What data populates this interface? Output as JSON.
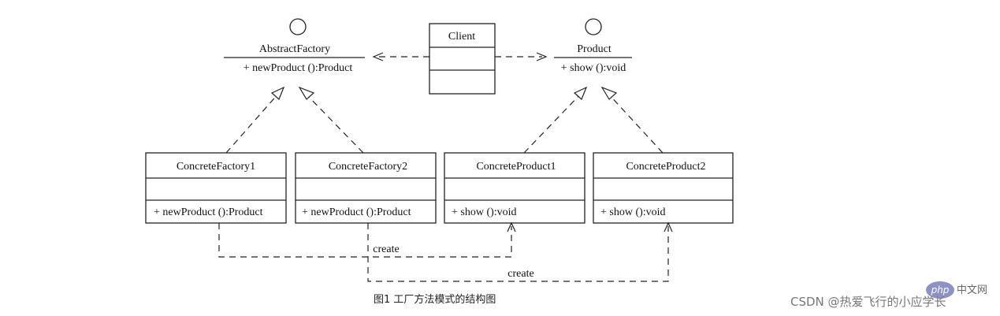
{
  "interfaces": {
    "abstract_factory": {
      "name": "AbstractFactory",
      "method": "+ newProduct ():Product"
    },
    "product": {
      "name": "Product",
      "method": "+ show ():void"
    }
  },
  "client": {
    "name": "Client"
  },
  "classes": [
    {
      "name": "ConcreteFactory1",
      "method": "+ newProduct ():Product"
    },
    {
      "name": "ConcreteFactory2",
      "method": "+ newProduct ():Product"
    },
    {
      "name": "ConcreteProduct1",
      "method": "+ show ():void"
    },
    {
      "name": "ConcreteProduct2",
      "method": "+ show ():void"
    }
  ],
  "relations": {
    "create_1": "create",
    "create_2": "create"
  },
  "caption": "图1 工厂方法模式的结构图",
  "watermark": {
    "logo": "php",
    "site": "中文网",
    "text": "CSDN @热爱飞行的小应学长"
  }
}
